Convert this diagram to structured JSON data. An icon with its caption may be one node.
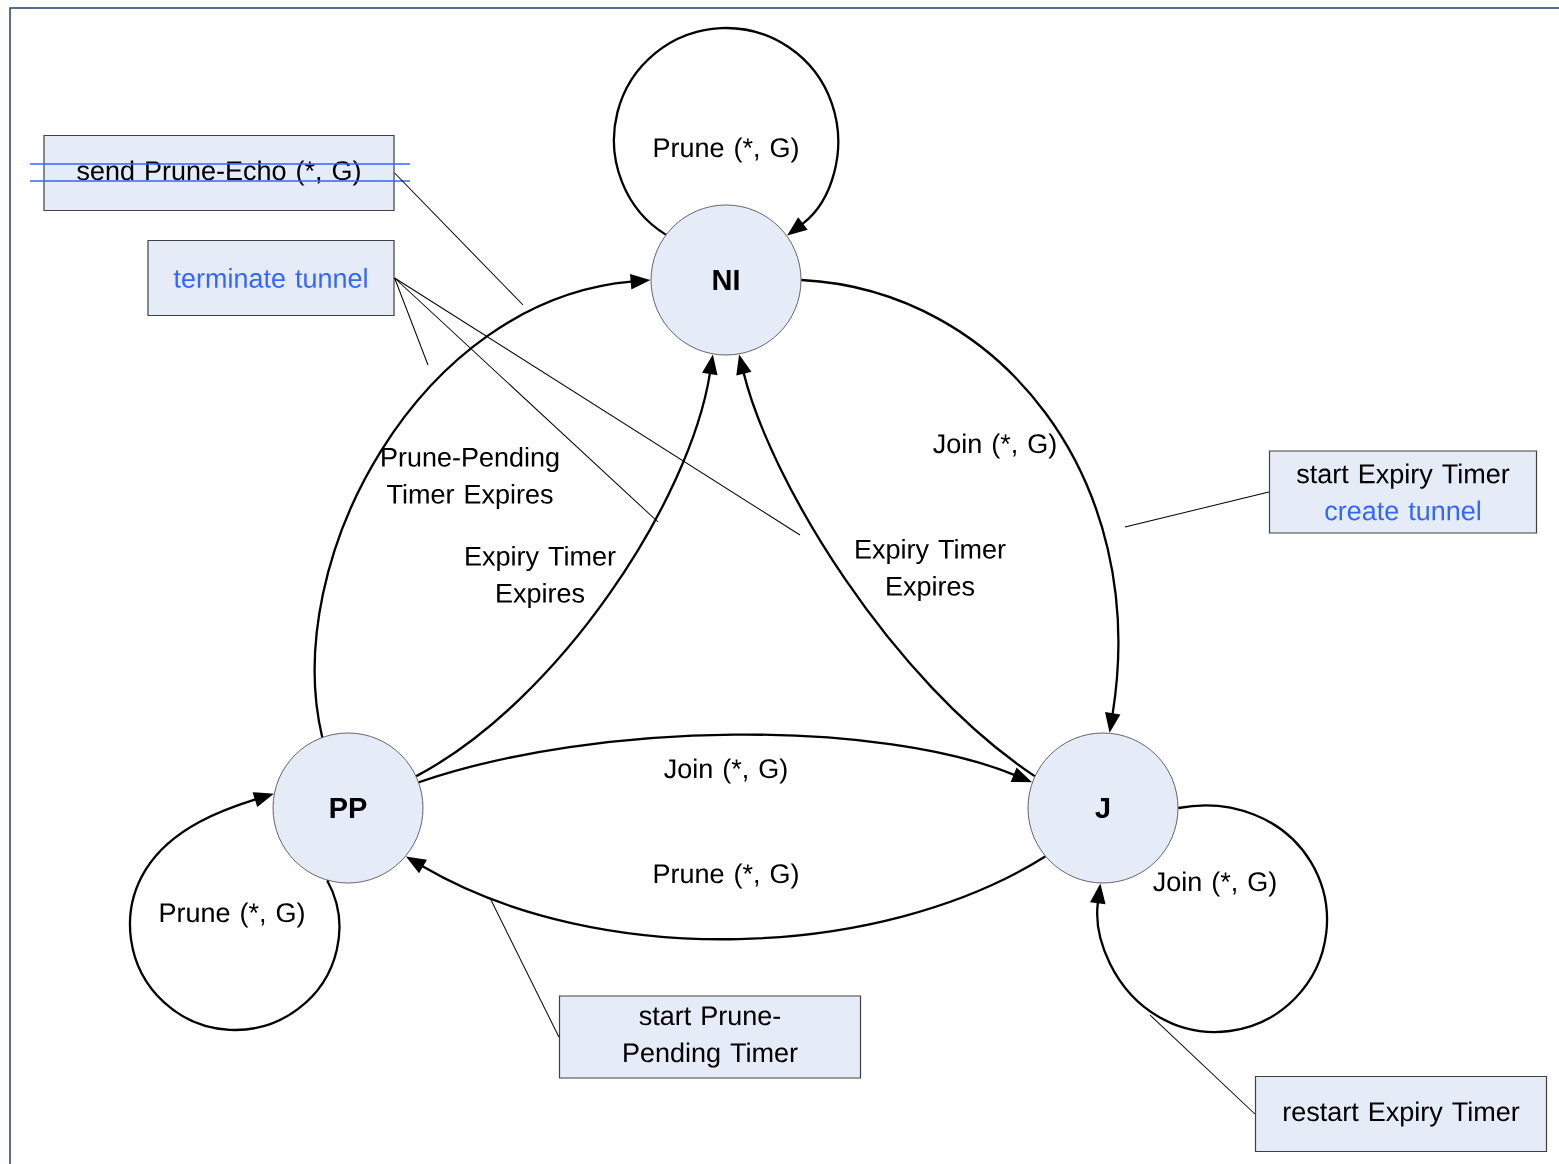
{
  "diagram": {
    "nodes": [
      {
        "text": [
          "NI"
        ]
      },
      {
        "text": [
          "PP"
        ]
      },
      {
        "text": [
          "J"
        ]
      },
      {
        "text": [
          "send Prune-Echo (*, G)"
        ]
      },
      {
        "text": [
          "terminate tunnel"
        ]
      },
      {
        "text": [
          "start Expiry Timer",
          "create tunnel"
        ]
      },
      {
        "text": [
          "start Prune-Pending Timer"
        ]
      },
      {
        "text": [
          "restart Expiry Timer"
        ]
      }
    ],
    "edges": [
      {
        "from": 0,
        "to": 0,
        "arrow": "to",
        "label": "Prune (*, G)"
      },
      {
        "from": 1,
        "to": 0,
        "arrow": "to",
        "label": "Prune-Pending Timer Expires"
      },
      {
        "from": 1,
        "to": 0,
        "arrow": "to",
        "label": "Expiry Timer Expires"
      },
      {
        "from": 2,
        "to": 0,
        "arrow": "to",
        "label": "Expiry Timer Expires"
      },
      {
        "from": 0,
        "to": 2,
        "arrow": "to",
        "label": "Join (*, G)"
      },
      {
        "from": 1,
        "to": 2,
        "arrow": "to",
        "label": "Join (*, G)"
      },
      {
        "from": 2,
        "to": 1,
        "arrow": "to",
        "label": "Prune (*, G)"
      },
      {
        "from": 1,
        "to": 1,
        "arrow": "to",
        "label": "Prune (*, G)"
      },
      {
        "from": 2,
        "to": 2,
        "arrow": "to",
        "label": "Join (*, G)"
      },
      {
        "from": 3,
        "to": null,
        "arrow": "none"
      },
      {
        "from": 4,
        "to": null,
        "arrow": "none"
      },
      {
        "from": 4,
        "to": null,
        "arrow": "none"
      },
      {
        "from": 4,
        "to": null,
        "arrow": "none"
      },
      {
        "from": 5,
        "to": null,
        "arrow": "none"
      },
      {
        "from": 6,
        "to": null,
        "arrow": "none"
      },
      {
        "from": 7,
        "to": null,
        "arrow": "none"
      }
    ]
  }
}
